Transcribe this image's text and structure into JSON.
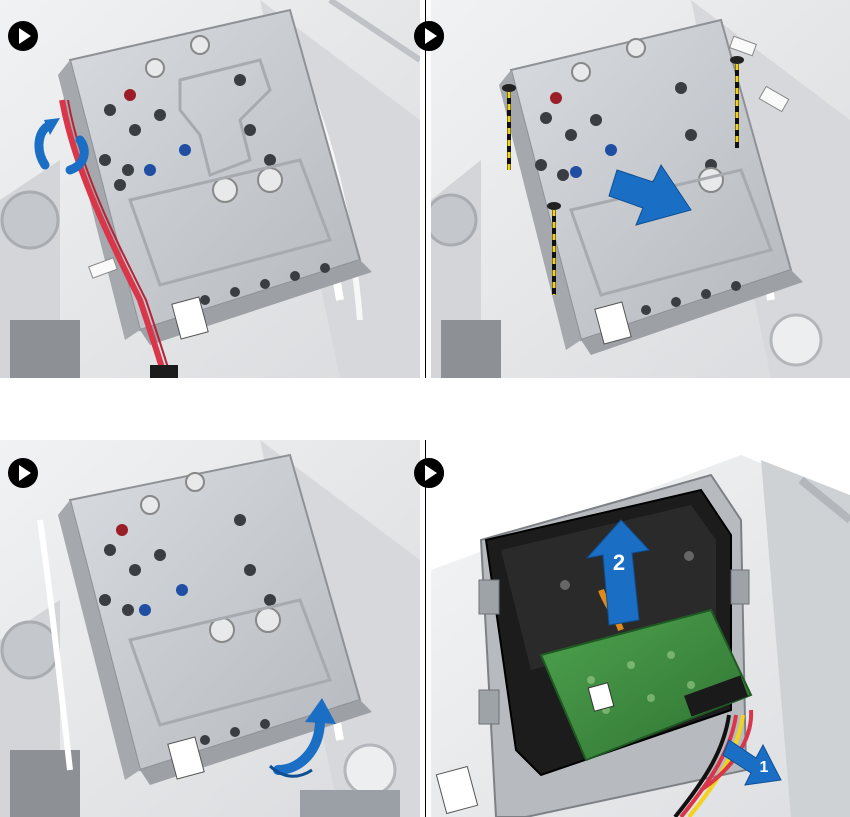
{
  "steps": [
    {
      "id": "step-1",
      "action": "route-cable-out",
      "icon": "play-circle-icon"
    },
    {
      "id": "step-2",
      "action": "remove-screws-slide-bracket",
      "icon": "play-circle-icon"
    },
    {
      "id": "step-3",
      "action": "lift-bracket",
      "icon": "play-circle-icon"
    },
    {
      "id": "step-4",
      "action": "disconnect-and-remove-drive",
      "icon": "play-circle-icon"
    }
  ],
  "callouts": {
    "disconnect": "1",
    "lift": "2"
  },
  "colors": {
    "arrow_blue": "#1a6fc4",
    "cage_metal": "#c9ccd0",
    "background_gray": "#e6e7e9",
    "cable_red": "#d9364a",
    "pcb_green": "#3d8a3f",
    "drive_black": "#1c1c1c",
    "screw_yellow": "#f2d21b"
  }
}
